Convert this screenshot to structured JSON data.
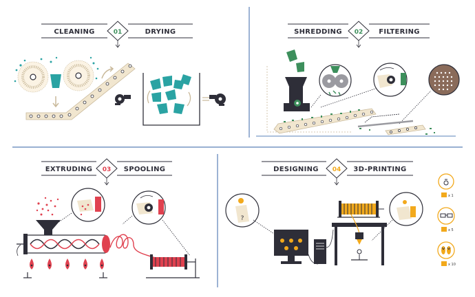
{
  "colors": {
    "dark": "#2e2e38",
    "teal": "#2aa3a3",
    "green": "#3d8f5c",
    "red": "#e0414f",
    "orange": "#f2a91c",
    "beige": "#f1e6cf",
    "blue_divider": "#5a80b8"
  },
  "steps": [
    {
      "left": "CLEANING",
      "number": "01",
      "right": "DRYING",
      "accent": "#3d8f5c"
    },
    {
      "left": "SHREDDING",
      "number": "02",
      "right": "FILTERING",
      "accent": "#3d8f5c"
    },
    {
      "left": "EXTRUDING",
      "number": "03",
      "right": "SPOOLING",
      "accent": "#e0414f"
    },
    {
      "left": "DESIGNING",
      "number": "04",
      "right": "3D-PRINTING",
      "accent": "#f2a91c"
    }
  ],
  "products": [
    {
      "icon": "ring-icon",
      "qty": "x 1"
    },
    {
      "icon": "glasses-icon",
      "qty": "x 5"
    },
    {
      "icon": "flip-flops-icon",
      "qty": "x 10"
    }
  ]
}
